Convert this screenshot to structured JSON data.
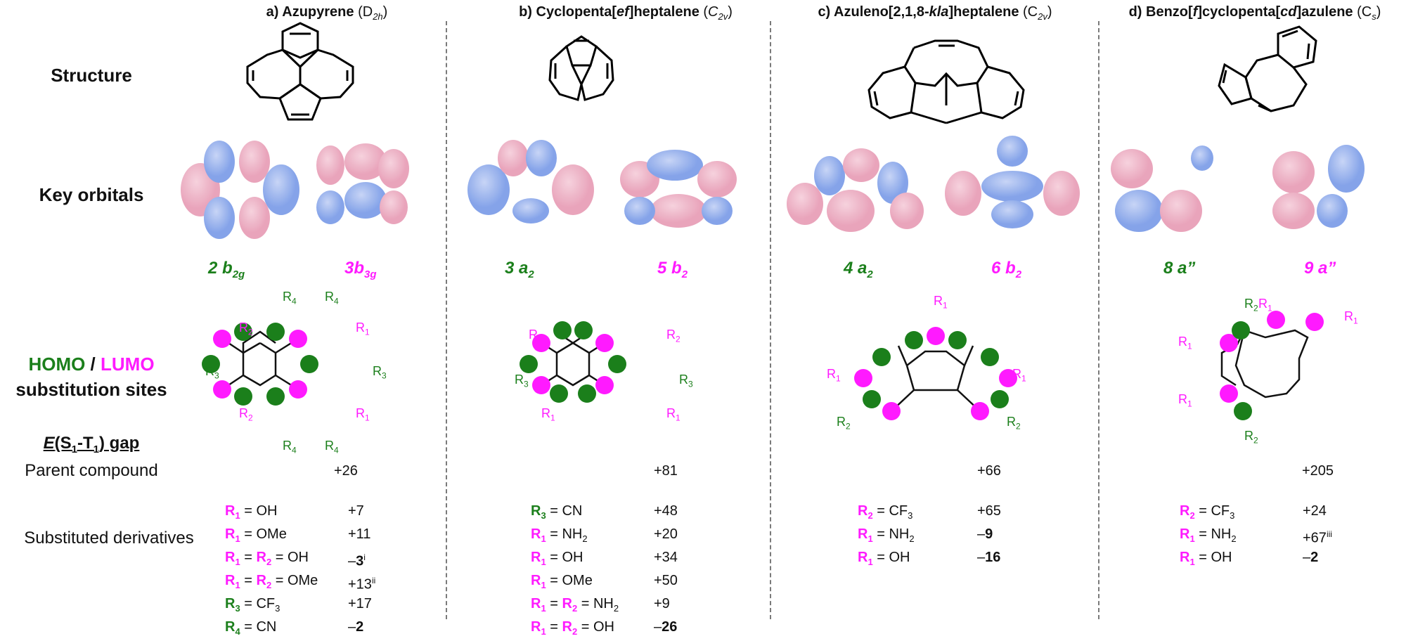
{
  "colors": {
    "homo": "#1b7f1b",
    "lumo": "#ff1aff",
    "orb_blue": "#7f9fe8",
    "orb_pink": "#eba3bc"
  },
  "row_labels": {
    "structure": "Structure",
    "orbitals": "Key orbitals",
    "homo": "HOMO",
    "slash": " / ",
    "lumo": "LUMO",
    "sites": "substitution sites",
    "gap": "E(S1-T1) gap",
    "parent": "Parent compound",
    "derivatives": "Substituted derivatives"
  },
  "columns": [
    {
      "letter": "a)",
      "name": "Azupyrene",
      "symmetry": "D2h",
      "homo_label": "2 b2g",
      "lumo_label": "3b3g",
      "parent_gap": "+26",
      "derivatives": [
        {
          "r": "R1 = OH",
          "v": "+7"
        },
        {
          "r": "R1 = OMe",
          "v": "+11"
        },
        {
          "r": "R1 = R2 = OH",
          "v": "–3i"
        },
        {
          "r": "R1 = R2 = OMe",
          "v": "+13ii"
        },
        {
          "r": "R3 = CF3",
          "v": "+17"
        },
        {
          "r": "R4 = CN",
          "v": "–2"
        }
      ]
    },
    {
      "letter": "b)",
      "name": "Cyclopenta[ef]heptalene",
      "symmetry": "C2v",
      "homo_label": "3 a2",
      "lumo_label": "5 b2",
      "parent_gap": "+81",
      "derivatives": [
        {
          "r": "R3 = CN",
          "v": "+48"
        },
        {
          "r": "R1 = NH2",
          "v": "+20"
        },
        {
          "r": "R1 = OH",
          "v": "+34"
        },
        {
          "r": "R1 = OMe",
          "v": "+50"
        },
        {
          "r": "R1 = R2 = NH2",
          "v": "+9"
        },
        {
          "r": "R1 = R2 = OH",
          "v": "–26"
        }
      ]
    },
    {
      "letter": "c)",
      "name": "Azuleno[2,1,8-kla]heptalene",
      "symmetry": "C2v",
      "homo_label": "4 a2",
      "lumo_label": "6 b2",
      "parent_gap": "+66",
      "derivatives": [
        {
          "r": "R2 = CF3",
          "v": "+65"
        },
        {
          "r": "R1 = NH2",
          "v": "–9"
        },
        {
          "r": "R1 = OH",
          "v": "–16"
        }
      ]
    },
    {
      "letter": "d)",
      "name": "Benzo[f]cyclopenta[cd]azulene",
      "symmetry": "Cs",
      "homo_label": "8 a”",
      "lumo_label": "9 a”",
      "parent_gap": "+205",
      "derivatives": [
        {
          "r": "R2 = CF3",
          "v": "+24"
        },
        {
          "r": "R1 = NH2",
          "v": "+67iii"
        },
        {
          "r": "R1 = OH",
          "v": "–2"
        }
      ]
    }
  ]
}
